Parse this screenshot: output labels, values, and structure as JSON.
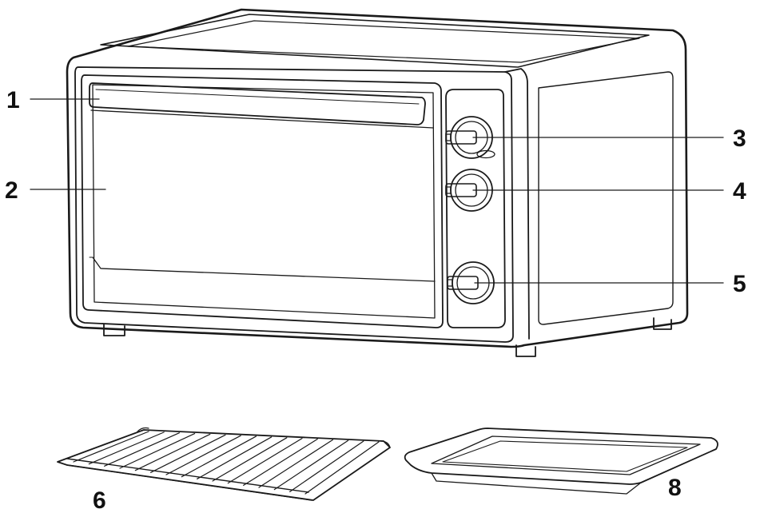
{
  "callouts": {
    "c1": "1",
    "c2": "2",
    "c3": "3",
    "c4": "4",
    "c5": "5",
    "c6": "6",
    "c8": "8"
  },
  "colors": {
    "line": "#1a1a1a",
    "background": "#ffffff"
  }
}
